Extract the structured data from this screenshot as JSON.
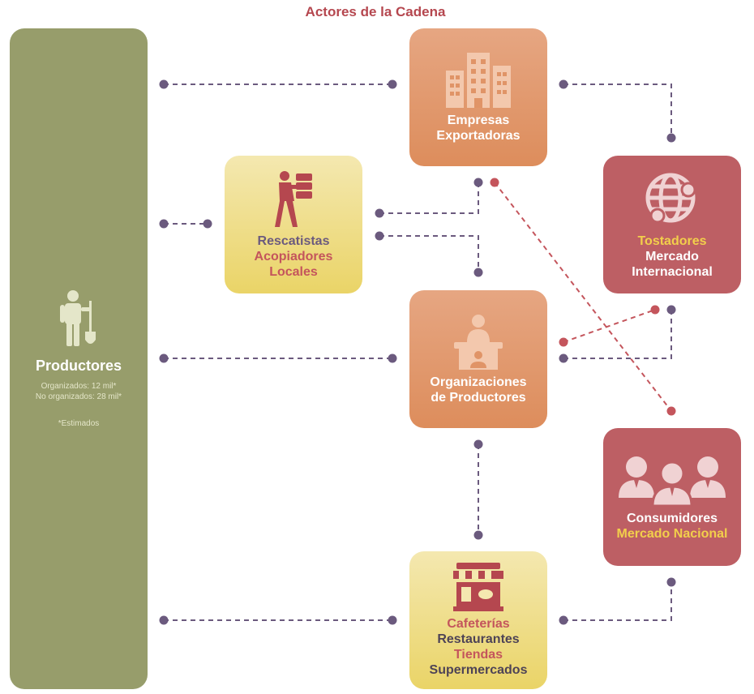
{
  "title": "Actores de la Cadena",
  "nodes": {
    "productores": {
      "label": "Productores",
      "organizados": "Organizados: 12 mil*",
      "no_organizados": "No organizados: 28 mil*",
      "nota": "*Estimados"
    },
    "exportadoras": {
      "line1": "Empresas",
      "line2": "Exportadoras"
    },
    "rescatistas": {
      "line1": "Rescatistas",
      "line2": "Acopiadores",
      "line3": "Locales"
    },
    "organizaciones": {
      "line1": "Organizaciones",
      "line2": "de Productores"
    },
    "tostadores": {
      "line1": "Tostadores",
      "line2": "Mercado",
      "line3": "Internacional"
    },
    "consumidores": {
      "line1": "Consumidores",
      "line2": "Mercado Nacional"
    },
    "cafeterias": {
      "line1": "Cafeterías",
      "line2": "Restaurantes",
      "line3": "Tiendas",
      "line4": "Supermercados"
    }
  },
  "colors": {
    "producers": "#979d6b",
    "orange": "#dd8d5c",
    "yellow": "#ead467",
    "red": "#bd5f64",
    "link_purple": "#6b5a7e",
    "link_red": "#c4555c",
    "title": "#b5474f"
  }
}
